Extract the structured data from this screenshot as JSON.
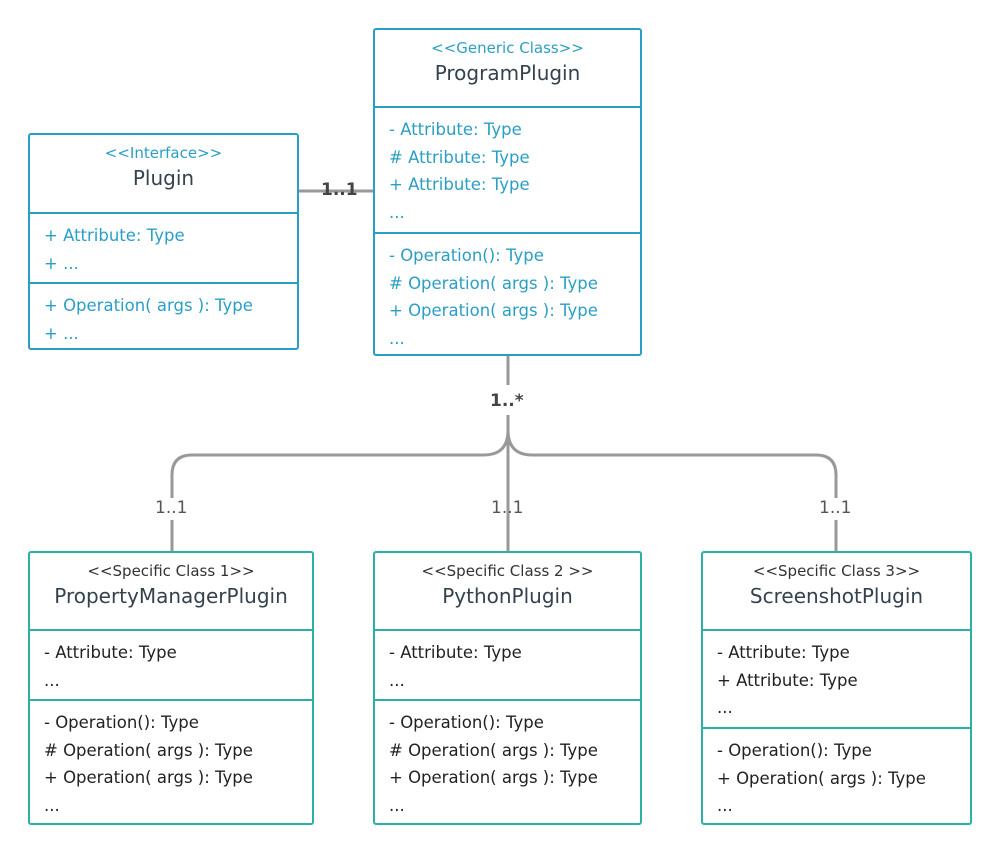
{
  "classes": {
    "plugin": {
      "stereotype": "<<Interface>>",
      "name": "Plugin",
      "attributes": [
        "+ Attribute: Type",
        "+ ..."
      ],
      "operations": [
        "+ Operation( args ): Type",
        "+ ..."
      ]
    },
    "program_plugin": {
      "stereotype": "<<Generic Class>>",
      "name": "ProgramPlugin",
      "attributes": [
        "-  Attribute: Type",
        "# Attribute: Type",
        "+ Attribute: Type",
        "..."
      ],
      "operations": [
        "-  Operation(): Type",
        "# Operation( args ): Type",
        "+ Operation( args ): Type",
        "..."
      ]
    },
    "property_manager_plugin": {
      "stereotype": "<<Specific Class 1>>",
      "name": "PropertyManagerPlugin",
      "attributes": [
        "-  Attribute: Type",
        "..."
      ],
      "operations": [
        "-  Operation(): Type",
        "# Operation( args ): Type",
        "+ Operation( args ): Type",
        "..."
      ]
    },
    "python_plugin": {
      "stereotype": "<<Specific Class 2 >>",
      "name": "PythonPlugin",
      "attributes": [
        "-  Attribute: Type",
        "..."
      ],
      "operations": [
        "-  Operation(): Type",
        "# Operation( args ): Type",
        "+ Operation( args ): Type",
        "..."
      ]
    },
    "screenshot_plugin": {
      "stereotype": "<<Specific Class 3>>",
      "name": "ScreenshotPlugin",
      "attributes": [
        "-  Attribute: Type",
        "+ Attribute: Type",
        "..."
      ],
      "operations": [
        "-  Operation(): Type",
        "+ Operation( args ): Type",
        "..."
      ]
    }
  },
  "multiplicities": {
    "plugin_program": "1..1",
    "program_children": "1..*",
    "child_1": "1..1",
    "child_2": "1..1",
    "child_3": "1..1"
  },
  "colors": {
    "interface_border": "#2a9fc6",
    "specific_border": "#2bb0a3",
    "connector": "#999999"
  }
}
